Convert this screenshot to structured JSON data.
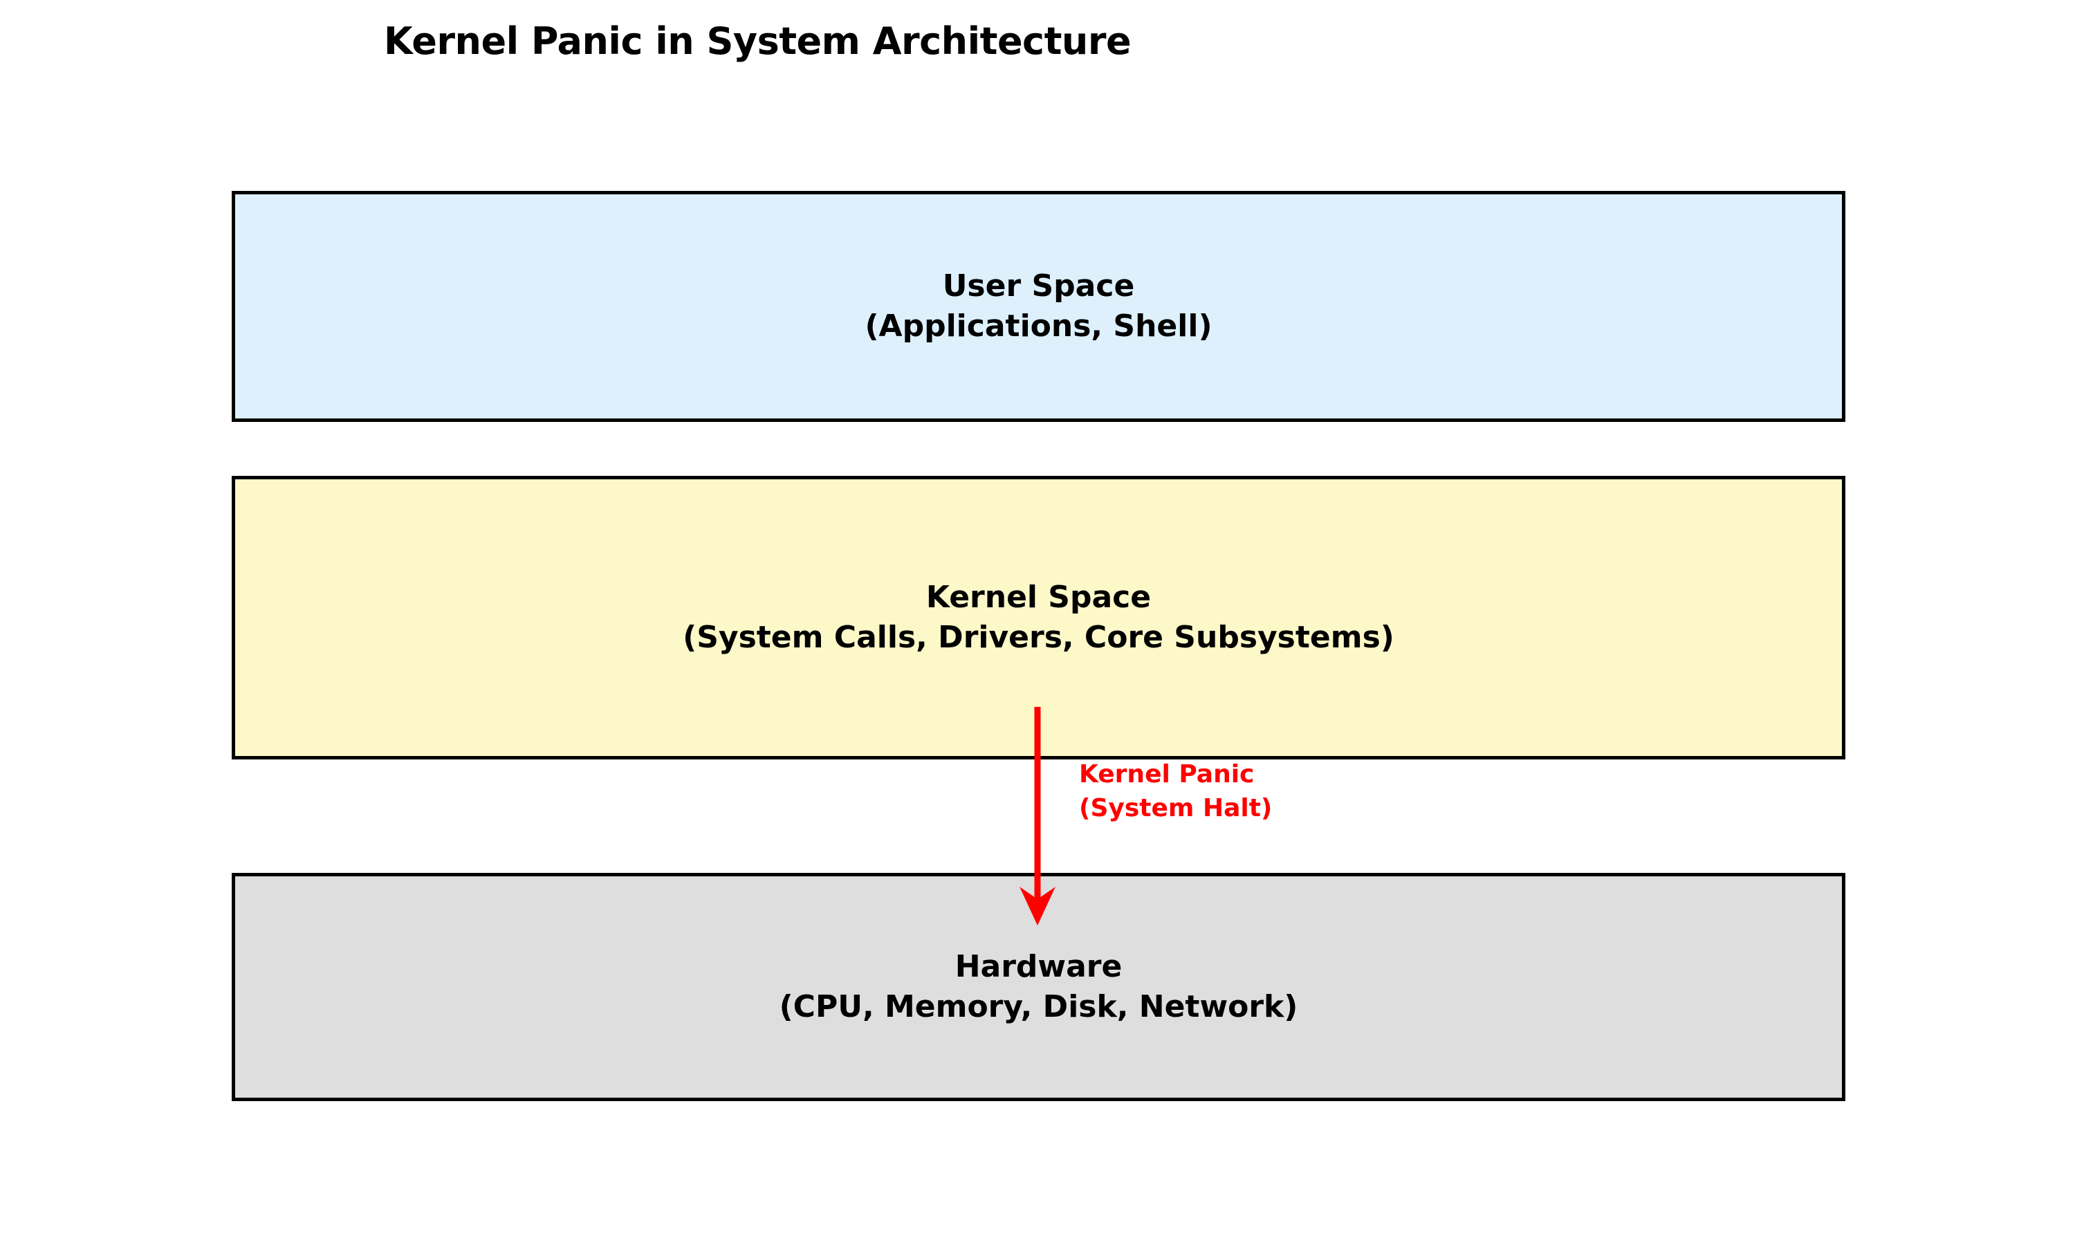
{
  "title": "Kernel Panic in System Architecture",
  "colors": {
    "user_space_fill": "#ddf0fc",
    "kernel_space_fill": "#fcf8c8",
    "hardware_fill": "#dedede",
    "box_border": "#000000",
    "panic_accent": "#ff0000",
    "text": "#000000",
    "background": "#ffffff"
  },
  "layers": [
    {
      "id": "user-space",
      "name": "User Space",
      "detail": "(Applications, Shell)"
    },
    {
      "id": "kernel-space",
      "name": "Kernel Space",
      "detail": "(System Calls, Drivers, Core Subsystems)"
    },
    {
      "id": "hardware",
      "name": "Hardware",
      "detail": "(CPU, Memory, Disk, Network)"
    }
  ],
  "annotation": {
    "id": "kernel-panic",
    "line1": "Kernel Panic",
    "line2": "(System Halt)",
    "arrow_icon": "down-arrow-icon",
    "from_layer": "kernel-space",
    "to_layer": "hardware"
  }
}
